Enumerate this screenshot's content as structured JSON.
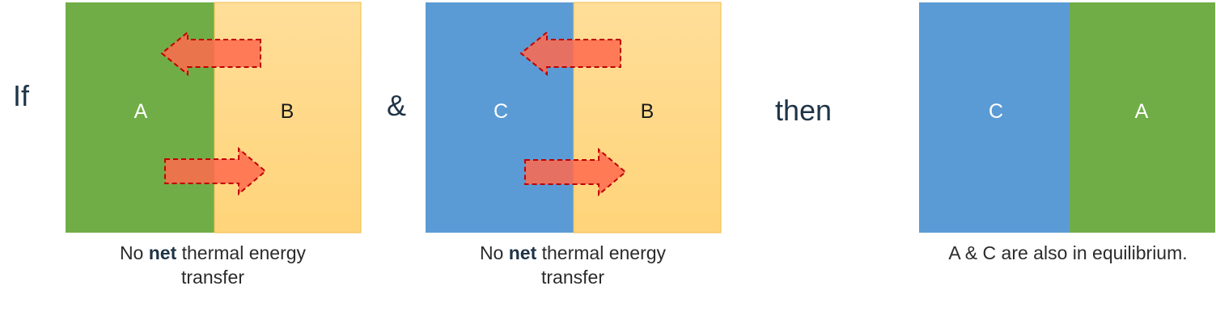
{
  "panels": [
    {
      "left": {
        "letter": "A",
        "color": "#70AD47"
      },
      "right": {
        "letter": "B",
        "color": "#FFD987"
      },
      "caption": {
        "pre": "No",
        "bold": "net",
        "post": "thermal energy transfer"
      }
    },
    {
      "left": {
        "letter": "C",
        "color": "#5B9BD5"
      },
      "right": {
        "letter": "B",
        "color": "#FFD987"
      },
      "caption": {
        "pre": "No",
        "bold": "net",
        "post": "thermal energy transfer"
      }
    },
    {
      "left": {
        "letter": "C",
        "color": "#5B9BD5"
      },
      "right": {
        "letter": "A",
        "color": "#70AD47"
      },
      "caption": {
        "text": "A & C are also in equilibrium."
      }
    }
  ],
  "connectors": {
    "if": "If",
    "and": "&",
    "then": "then"
  },
  "colors": {
    "arrow_fill": "#FF6A4D",
    "arrow_border": "#C00000",
    "text_dark": "#1F3447"
  },
  "icons": {
    "arrow_left": "arrow-left-icon",
    "arrow_right": "arrow-right-icon"
  }
}
